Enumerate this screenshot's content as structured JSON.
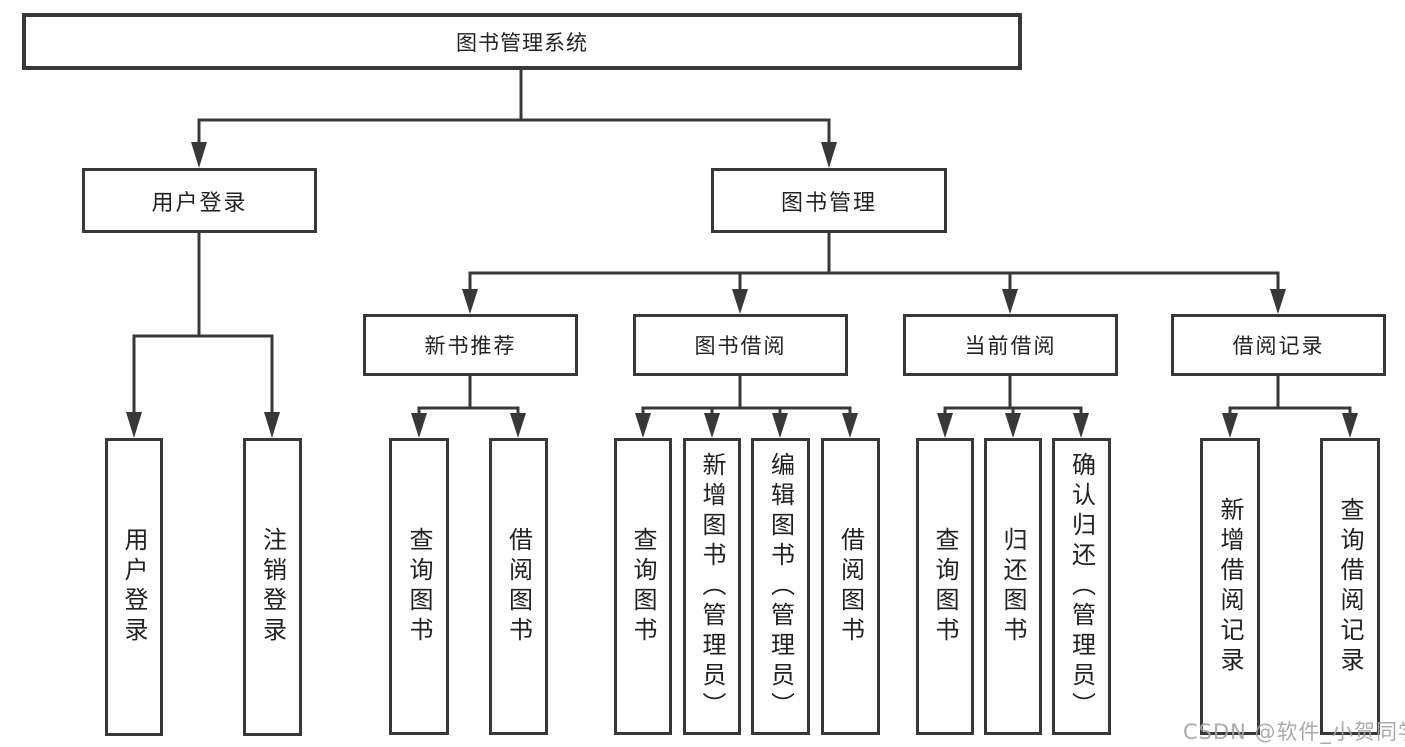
{
  "colors": {
    "line": "#383838",
    "text": "#222222",
    "background": "#ffffff",
    "watermark": "#a7a3a3"
  },
  "watermark": "CSDN @软件_小贺同学",
  "tree": {
    "root": "图书管理系统",
    "login": {
      "label": "用户登录",
      "children": [
        "用户登录",
        "注销登录"
      ]
    },
    "mgmt": {
      "label": "图书管理",
      "groups": [
        {
          "label": "新书推荐",
          "children": [
            "查询图书",
            "借阅图书"
          ]
        },
        {
          "label": "图书借阅",
          "children": [
            "查询图书",
            "新增图书（管理员）",
            "编辑图书（管理员）",
            "借阅图书"
          ]
        },
        {
          "label": "当前借阅",
          "children": [
            "查询图书",
            "归还图书",
            "确认归还（管理员）"
          ]
        },
        {
          "label": "借阅记录",
          "children": [
            "新增借阅记录",
            "查询借阅记录"
          ]
        }
      ]
    }
  }
}
